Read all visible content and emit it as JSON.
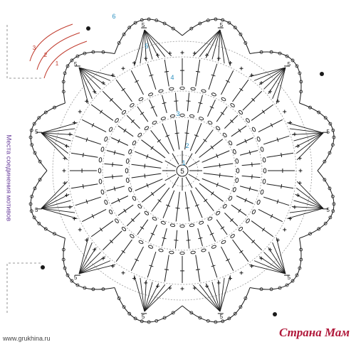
{
  "diagram": {
    "center_label": "5",
    "row_labels": [
      "1",
      "2",
      "3",
      "4",
      "5",
      "6"
    ],
    "petal_label": "5",
    "corner_labels": [
      "3",
      "2",
      "1",
      "6"
    ],
    "side_label": "Места соединения мотивов",
    "footer_url": "www.grukhina.ru",
    "brand": "Страна Мам",
    "colors": {
      "ink": "#1a1a1a",
      "guide": "#9a9a9a",
      "row_number": "#2a8fbf",
      "side_text": "#6a3f9c",
      "brand": "#b0183a",
      "corner_arrow": "#c0392b"
    }
  }
}
